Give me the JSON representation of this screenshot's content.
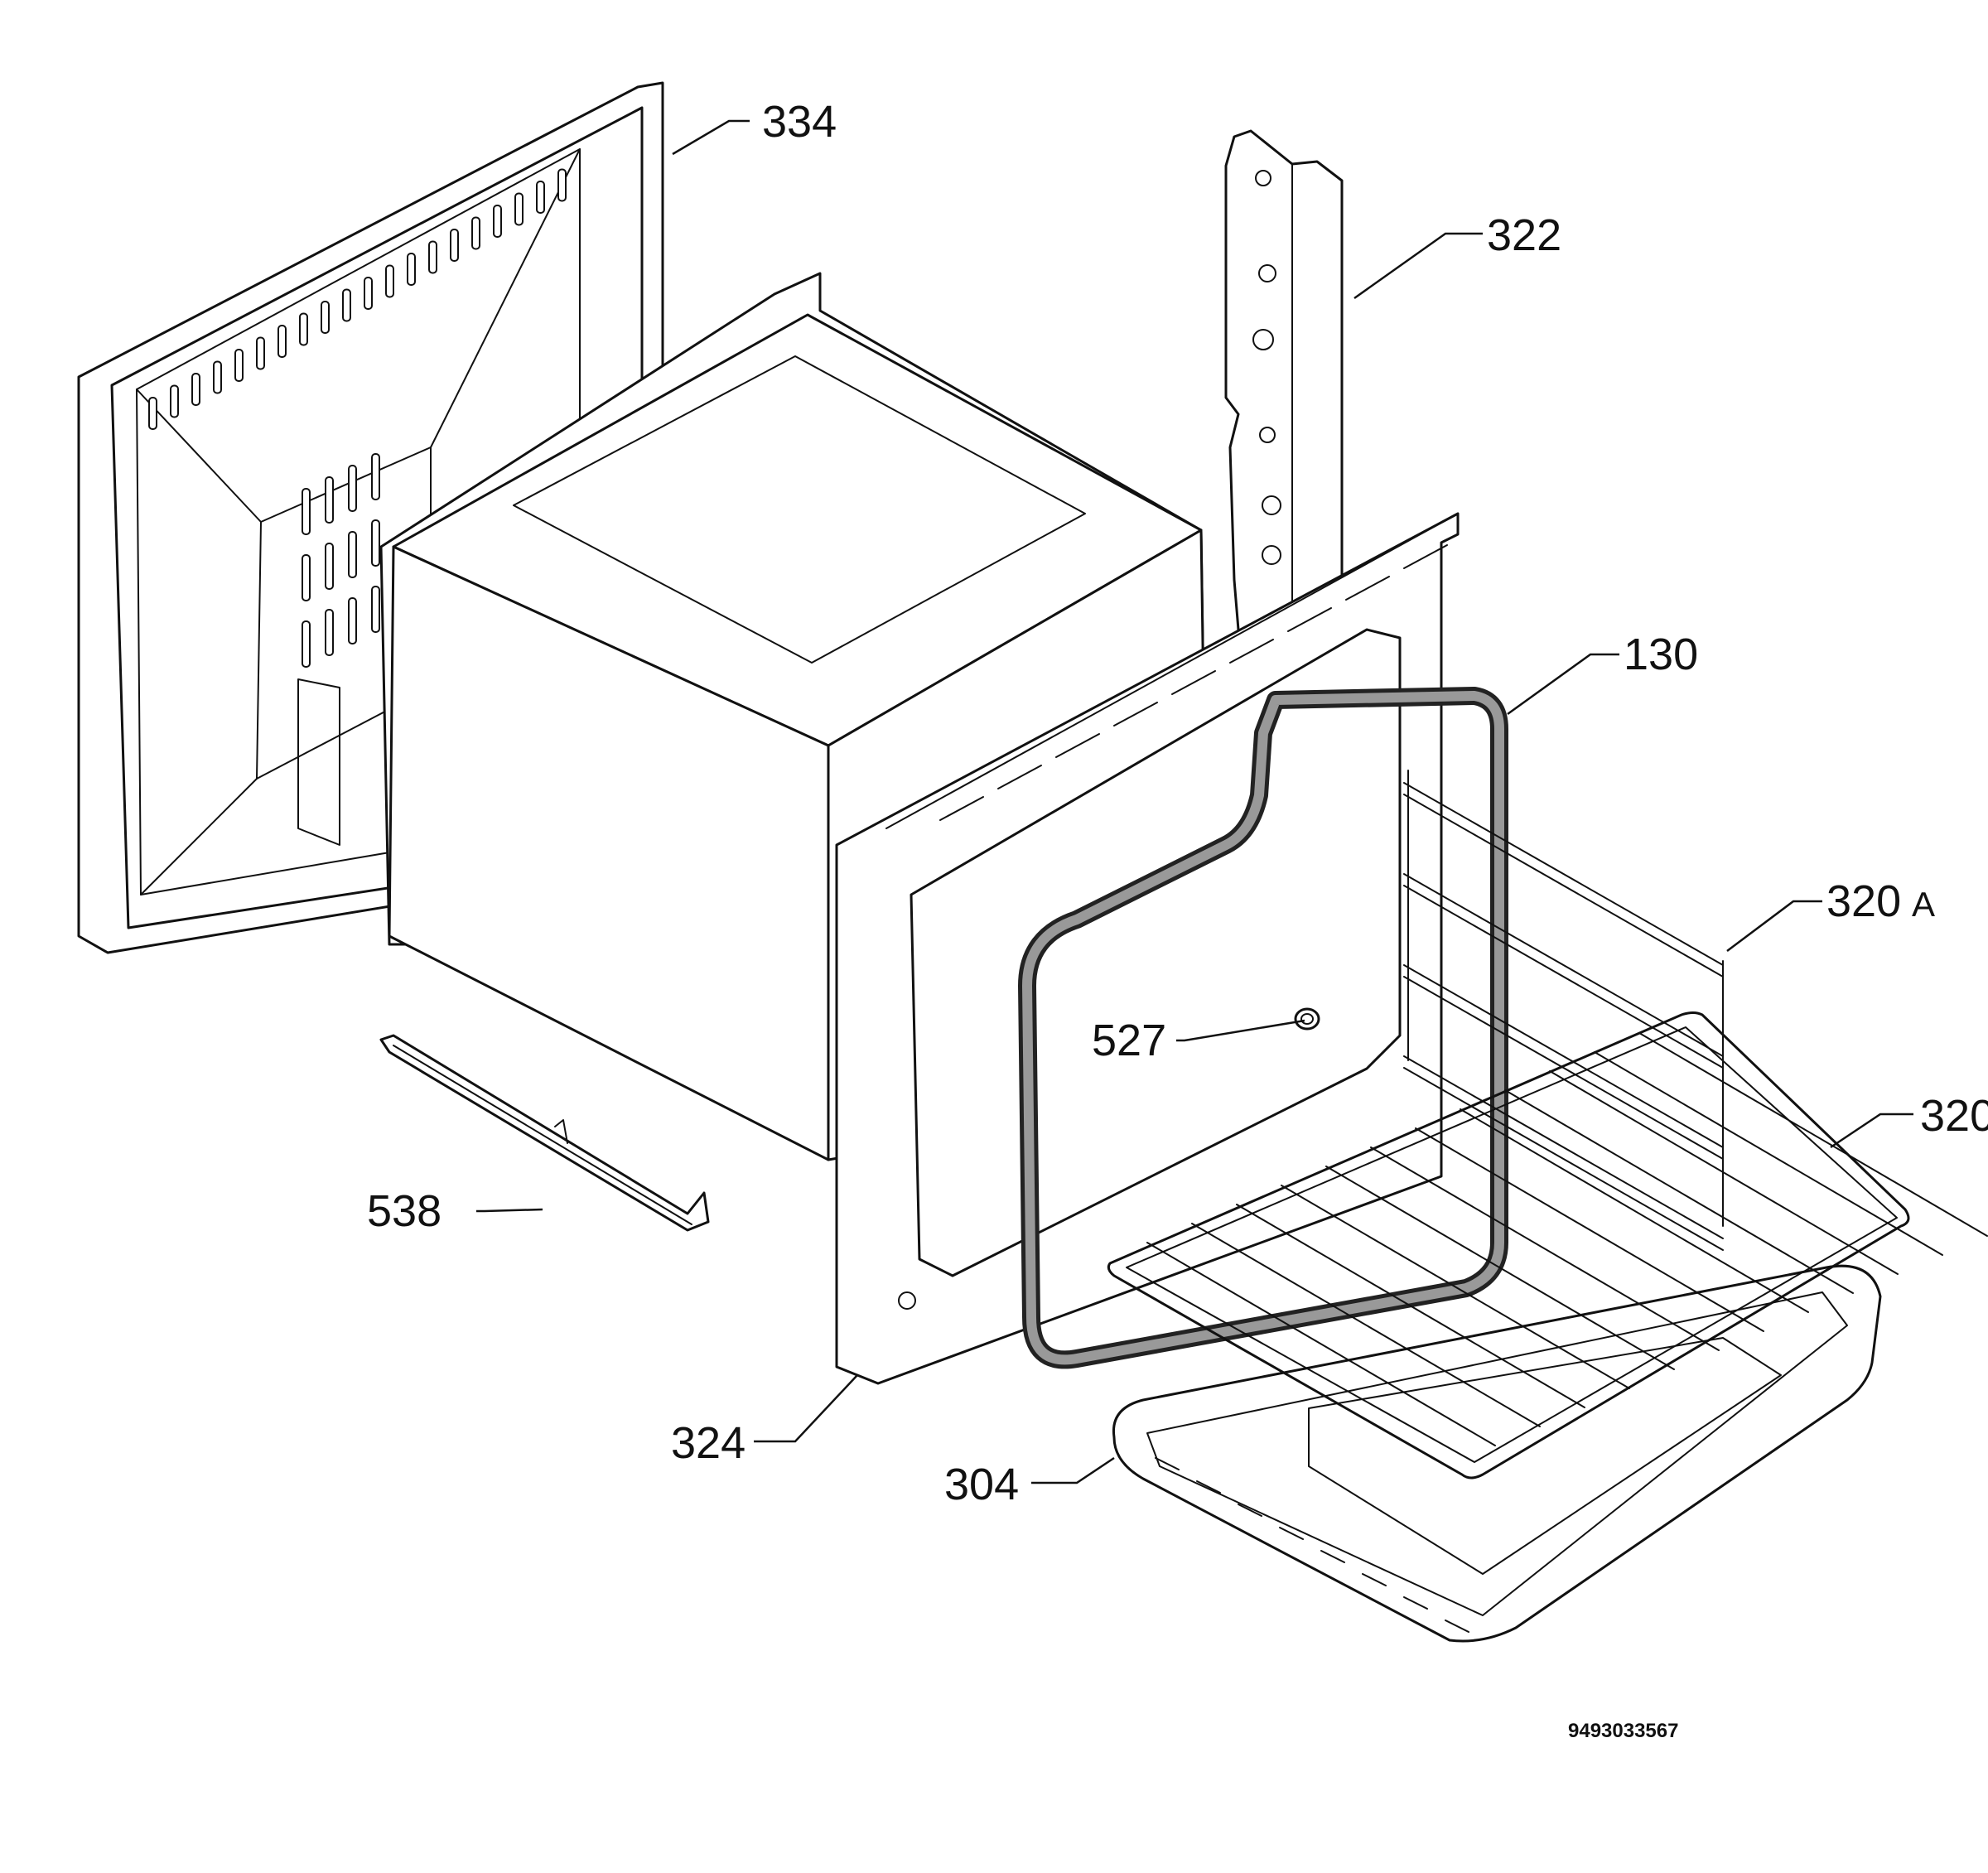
{
  "labels": {
    "l334": "334",
    "l322": "322",
    "l130": "130",
    "l320a": "320",
    "l320a_suffix": "A",
    "l527": "527",
    "l320": "320",
    "l538": "538",
    "l324": "324",
    "l304": "304"
  },
  "document_number": "9493033567"
}
